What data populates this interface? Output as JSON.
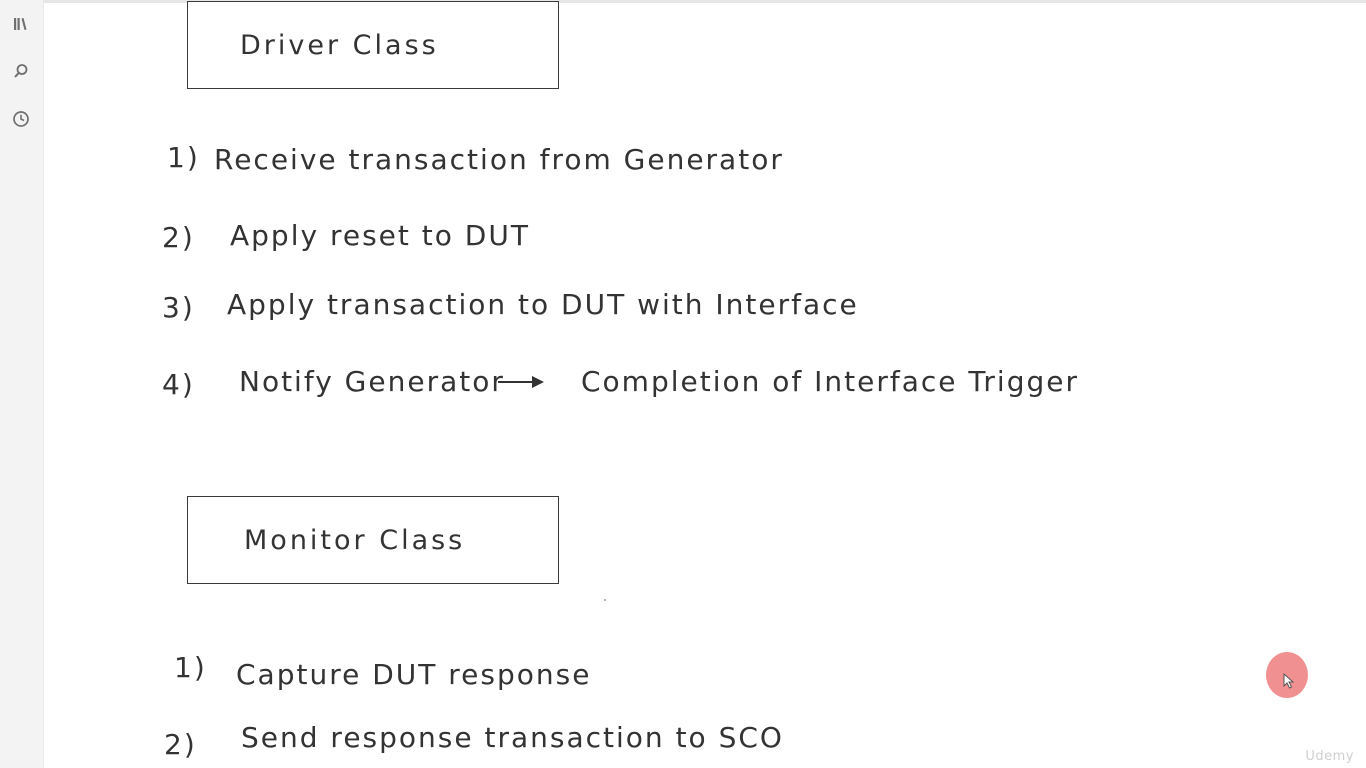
{
  "sidebar": {
    "icons": [
      "library-icon",
      "search-icon",
      "history-icon"
    ]
  },
  "notes": {
    "driver_box_title": "Driver Class",
    "driver_items": [
      {
        "num": "1)",
        "text": "Receive transaction from Generator"
      },
      {
        "num": "2)",
        "text": "Apply reset to DUT"
      },
      {
        "num": "3)",
        "text": "Apply transaction to DUT with Interface"
      },
      {
        "num": "4)",
        "text_before_arrow": "Notify Generator",
        "text_after_arrow": "Completion of Interface Trigger"
      }
    ],
    "monitor_box_title": "Monitor Class",
    "monitor_items": [
      {
        "num": "1)",
        "text": "Capture DUT response"
      },
      {
        "num": "2)",
        "text": "Send response transaction to SCO"
      }
    ]
  },
  "watermark": "Udemy",
  "colors": {
    "sidebar_bg": "#f3f3f3",
    "ink": "#333333",
    "pointer_highlight": "#f08484"
  }
}
